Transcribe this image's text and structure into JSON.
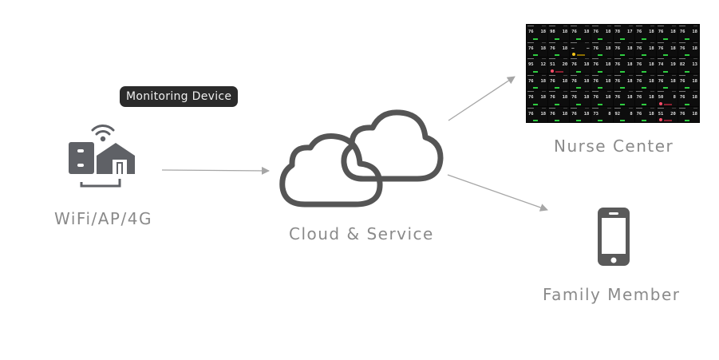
{
  "diagram": {
    "badge": "Monitoring Device",
    "nodes": {
      "device": {
        "label": "WiFi/AP/4G",
        "icon": "wifi-house-device-icon"
      },
      "cloud": {
        "label": "Cloud & Service",
        "icon": "cloud-icon"
      },
      "nurse": {
        "label": "Nurse Center",
        "icon": "monitor-screen"
      },
      "family": {
        "label": "Family Member",
        "icon": "smartphone-icon"
      }
    },
    "edges": [
      {
        "from": "device",
        "to": "cloud"
      },
      {
        "from": "cloud",
        "to": "nurse"
      },
      {
        "from": "cloud",
        "to": "family"
      }
    ],
    "colors": {
      "icon": "#5f6166",
      "cloud": "#555555",
      "arrow": "#a6a6a6",
      "label": "#8a8a8a",
      "badge_bg": "#2b2b2b",
      "status_ok": "#2ecc40",
      "status_warn": "#f5c518",
      "status_alert": "#ff4d6a"
    }
  },
  "nurse_screen": {
    "rows": [
      [
        {
          "a": "76",
          "b": "18"
        },
        {
          "a": "98",
          "b": "18"
        },
        {
          "a": "76",
          "b": "18"
        },
        {
          "a": "76",
          "b": "18"
        },
        {
          "a": "78",
          "b": "17"
        },
        {
          "a": "76",
          "b": "18"
        },
        {
          "a": "76",
          "b": "18"
        },
        {
          "a": "76",
          "b": "18"
        }
      ],
      [
        {
          "a": "76",
          "b": "18"
        },
        {
          "a": "76",
          "b": "18"
        },
        {
          "a": "–",
          "b": "–",
          "status": "warn"
        },
        {
          "a": "76",
          "b": "18"
        },
        {
          "a": "76",
          "b": "18"
        },
        {
          "a": "76",
          "b": "18"
        },
        {
          "a": "76",
          "b": "18"
        },
        {
          "a": "76",
          "b": "18"
        }
      ],
      [
        {
          "a": "95",
          "b": "12"
        },
        {
          "a": "51",
          "b": "20",
          "status": "alert"
        },
        {
          "a": "76",
          "b": "18"
        },
        {
          "a": "76",
          "b": "18"
        },
        {
          "a": "76",
          "b": "18"
        },
        {
          "a": "76",
          "b": "18"
        },
        {
          "a": "74",
          "b": "19"
        },
        {
          "a": "82",
          "b": "13"
        }
      ],
      [
        {
          "a": "76",
          "b": "18"
        },
        {
          "a": "76",
          "b": "18"
        },
        {
          "a": "76",
          "b": "18"
        },
        {
          "a": "76",
          "b": "18"
        },
        {
          "a": "76",
          "b": "18"
        },
        {
          "a": "76",
          "b": "18"
        },
        {
          "a": "76",
          "b": "18"
        },
        {
          "a": "76",
          "b": "18"
        }
      ],
      [
        {
          "a": "76",
          "b": "18"
        },
        {
          "a": "76",
          "b": "18"
        },
        {
          "a": "76",
          "b": "18"
        },
        {
          "a": "76",
          "b": "18"
        },
        {
          "a": "76",
          "b": "18"
        },
        {
          "a": "76",
          "b": "18"
        },
        {
          "a": "50",
          "b": "8",
          "status": "alert"
        },
        {
          "a": "76",
          "b": "18"
        }
      ],
      [
        {
          "a": "76",
          "b": "18"
        },
        {
          "a": "76",
          "b": "18"
        },
        {
          "a": "76",
          "b": "18"
        },
        {
          "a": "73",
          "b": "8"
        },
        {
          "a": "92",
          "b": "8"
        },
        {
          "a": "76",
          "b": "18"
        },
        {
          "a": "51",
          "b": "20",
          "status": "alert"
        },
        {
          "a": "76",
          "b": "18"
        }
      ]
    ]
  }
}
